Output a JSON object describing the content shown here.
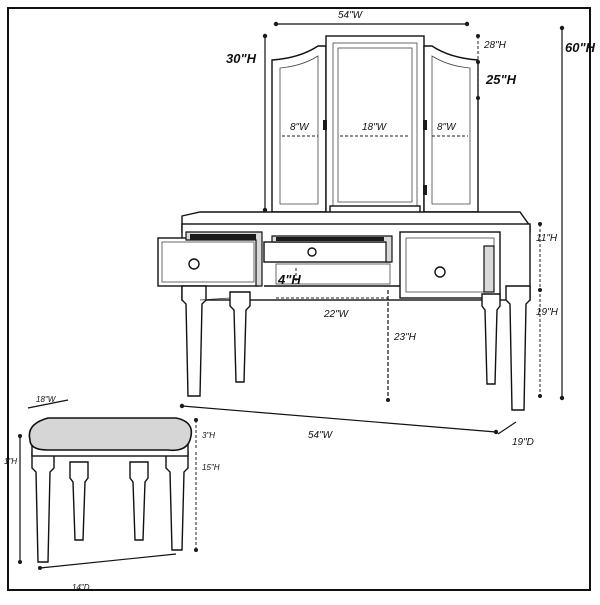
{
  "dimensions": {
    "mirror_width": "54\"W",
    "mirror_total_height": "30\"H",
    "overall_height": "60\"H",
    "mirror_height_outer": "28\"H",
    "mirror_height_inner": "25\"H",
    "side_mirror_left_width": "8\"W",
    "center_mirror_width": "18\"W",
    "side_mirror_right_width": "8\"W",
    "drawer_height": "11\"H",
    "middle_drawer_height": "4\"H",
    "knee_opening_width": "22\"W",
    "knee_clearance_height": "23\"H",
    "leg_height": "19\"H",
    "table_width": "54\"W",
    "table_depth": "19\"D",
    "stool_width": "18\"W",
    "stool_total_height": "1\"H",
    "stool_seat_thickness": "3\"H",
    "stool_leg_height": "15\"H",
    "stool_depth": "14\"D"
  },
  "colors": {
    "line": "#111111",
    "cushion": "#d6d6d6",
    "shade": "#d9d9d9",
    "background": "#ffffff"
  }
}
